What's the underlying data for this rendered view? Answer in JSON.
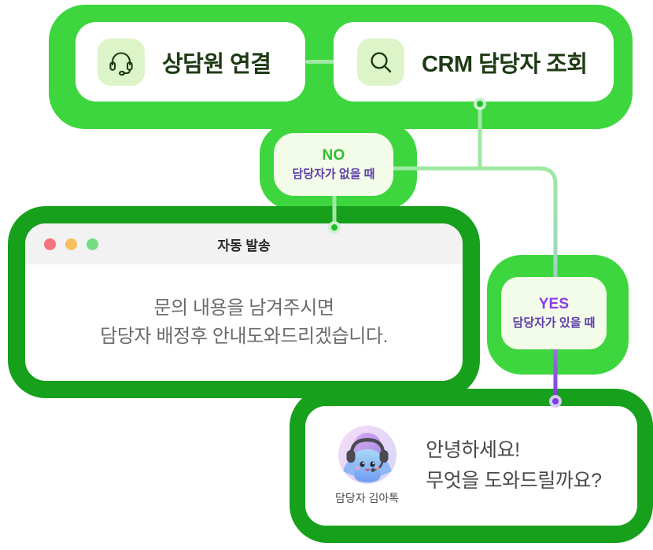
{
  "flow": {
    "steps": [
      {
        "id": "agent-connect",
        "icon": "headset-icon",
        "label": "상담원 연결"
      },
      {
        "id": "crm-lookup",
        "icon": "search-icon",
        "label": "CRM 담당자 조회"
      }
    ],
    "branches": [
      {
        "id": "no-branch",
        "title": "NO",
        "subtitle": "담당자가 없을 때",
        "title_color": "#2ec02e",
        "subtitle_color": "#5c3fa8"
      },
      {
        "id": "yes-branch",
        "title": "YES",
        "subtitle": "담당자가 있을 때",
        "title_color": "#8b3cf0",
        "subtitle_color": "#5c3fa8"
      }
    ]
  },
  "auto_send_window": {
    "title": "자동 발송",
    "traffic_lights": [
      "red",
      "yellow",
      "green"
    ],
    "message_lines": [
      "문의 내용을 남겨주시면",
      "담당자 배정후 안내도와드리겠습니다."
    ]
  },
  "greeting_card": {
    "avatar_name": "담당자 김아톡",
    "message_lines": [
      "안녕하세요!",
      "무엇을 도와드릴까요?"
    ]
  },
  "theme": {
    "green_bright": "#3ed63e",
    "green_dark": "#17a01c",
    "badge_bg": "#f3fbe9",
    "icon_tile_bg": "#ddf4c8",
    "purple": "#7c3bdd",
    "node_green": "#20bf2a"
  }
}
